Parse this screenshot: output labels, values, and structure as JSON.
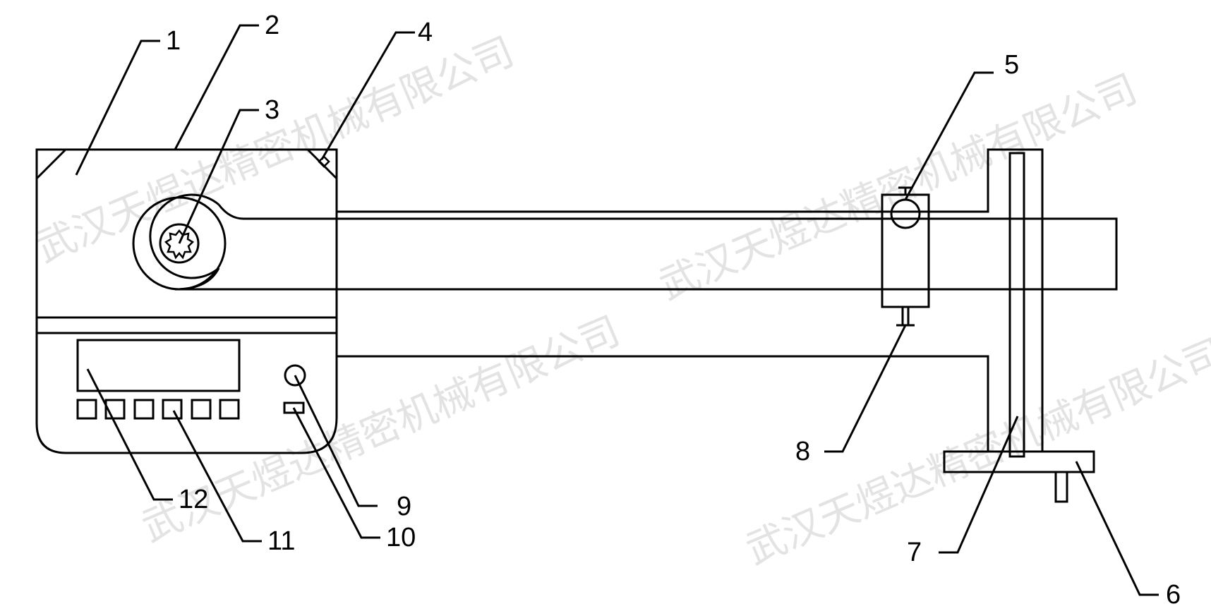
{
  "diagram": {
    "callouts": [
      {
        "id": "c1",
        "label": "1"
      },
      {
        "id": "c2",
        "label": "2"
      },
      {
        "id": "c3",
        "label": "3"
      },
      {
        "id": "c4",
        "label": "4"
      },
      {
        "id": "c5",
        "label": "5"
      },
      {
        "id": "c6",
        "label": "6"
      },
      {
        "id": "c7",
        "label": "7"
      },
      {
        "id": "c8",
        "label": "8"
      },
      {
        "id": "c9",
        "label": "9"
      },
      {
        "id": "c10",
        "label": "10"
      },
      {
        "id": "c11",
        "label": "11"
      },
      {
        "id": "c12",
        "label": "12"
      }
    ],
    "watermark": "武汉天煜达精密机械有限公司"
  },
  "colors": {
    "line": "#000000",
    "background": "#ffffff",
    "watermark": "#d9d9d9"
  }
}
